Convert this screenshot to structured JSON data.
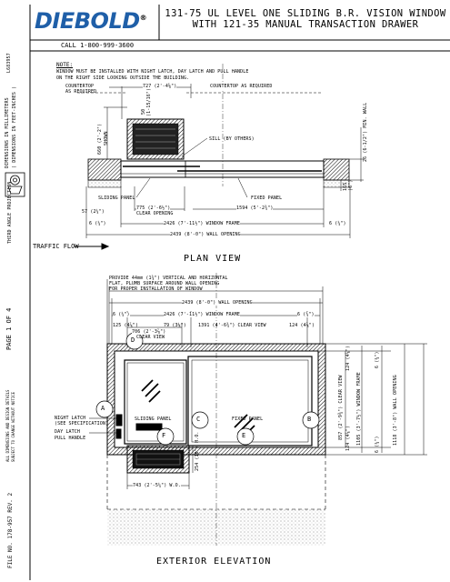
{
  "header": {
    "brand": "DIEBOLD",
    "registered_mark": "®",
    "title_line1": "131-75 UL LEVEL ONE SLIDING B.R. VISION WINDOW",
    "title_line2": "WITH 121-35 MANUAL TRANSACTION DRAWER",
    "phone": "CALL 1-800-999-3600",
    "doc_id": "L683957"
  },
  "sidebar": {
    "dimensions_note_1": "DIMENSIONS IN MILLIMETERS",
    "dimensions_note_2": "( DIMENSIONS IN FEET-INCHES )",
    "projection": "THIRD ANGLE PROJECTION",
    "page": "PAGE 1 OF 4",
    "change_note_1": "ALL DIMENSIONS AND DESIGN DETAILS",
    "change_note_2": "SUBJECT TO CHANGE WITHOUT NOTICE",
    "file_no": "FILE NO. 178-957 REV. 2"
  },
  "plan": {
    "note_title": "NOTE:",
    "note_line1": "WINDOW MUST BE INSTALLED WITH NIGHT LATCH, DAY LATCH AND PULL HANDLE",
    "note_line2": "ON THE RIGHT SIDE LOOKING OUTSIDE THE BUILDING.",
    "countertop_left_1": "COUNTERTOP",
    "countertop_left_2": "AS REQUIRED",
    "dim_727": "727 (2'-4⅝\")",
    "countertop_right": "COUNTERTOP AS REQUIRED",
    "dim_50": "50",
    "dim_50b": "(1-15/16\")",
    "dim_660": "660 (2'-2\")",
    "dim_660b": "SHOWN",
    "sill": "SILL (BY OTHERS)",
    "min_wall": "26 (6-1/2\") MIN. WALL",
    "dim_165": "165",
    "dim_165b": "(6\")",
    "sliding_panel": "SLIDING PANEL",
    "fixed_panel": "FIXED PANEL",
    "dim_57": "57 (2¼\")",
    "dim_775": "775 (2'-6½\")",
    "clear_opening": "CLEAR OPENING",
    "dim_1594": "1594 (5'-2¾\")",
    "dim_6l": "6 (¼\")",
    "window_frame": "2426 (7'-11½\") WINDOW FRAME",
    "dim_6r": "6 (¼\")",
    "wall_opening": "2439 (8'-0\") WALL OPENING",
    "traffic_flow": "TRAFFIC FLOW",
    "view_title": "PLAN VIEW"
  },
  "elevation": {
    "provide_1": "PROVIDE 44mm (1¾\") VERTICAL AND HORIZONTAL",
    "provide_2": "FLAT, PLUMB SURFACE AROUND WALL OPENING",
    "provide_3": "FOR PROPER INSTALLATION OF WINDOW",
    "wall_opening": "2439 (8'-0\") WALL OPENING",
    "dim_6_top_l": "6 (¼\")",
    "dim_6_top_r": "6 (¼\")",
    "window_frame": "2426 (7'-11½\") WINDOW FRAME",
    "dim_125": "125 (4⅞\")",
    "dim_79": "79 (3⅛\")",
    "dim_1391": "1391 (4'-6¾\") CLEAR VIEW",
    "dim_124": "124 (4⅞\")",
    "dim_706": "706 (2'-3⅞\")",
    "clear_view": "CLEAR VIEW",
    "callout_a": "A",
    "callout_b": "B",
    "callout_c": "C",
    "callout_d": "D",
    "callout_e": "E",
    "callout_f": "F",
    "night_latch_1": "NIGHT LATCH",
    "night_latch_2": "(SEE SPECIFICATION)",
    "day_latch": "DAY LATCH",
    "pull_handle": "PULL HANDLE",
    "sliding_panel": "SLIDING PANEL",
    "fixed_panel": "FIXED PANEL",
    "dim_743": "743 (2'-5¼\") W.O.",
    "dim_254": "254 (10\") H.O.",
    "right_dim_1": "857 (2'-9¾\") CLEAR VIEW",
    "right_dim_2": "124 (4⅞\")",
    "right_dim_3": "1105 (3'-7½\") WINDOW FRAME",
    "right_dim_4": "124 (4⅞\")",
    "right_dim_5": "6 (¼\")",
    "right_dim_6": "1118 (3'-8\") WALL OPENING",
    "right_dim_7": "6 (¼\")",
    "view_title": "EXTERIOR ELEVATION"
  },
  "colors": {
    "brand_blue": "#1f5fa8",
    "ink": "#000000",
    "paper": "#ffffff"
  }
}
